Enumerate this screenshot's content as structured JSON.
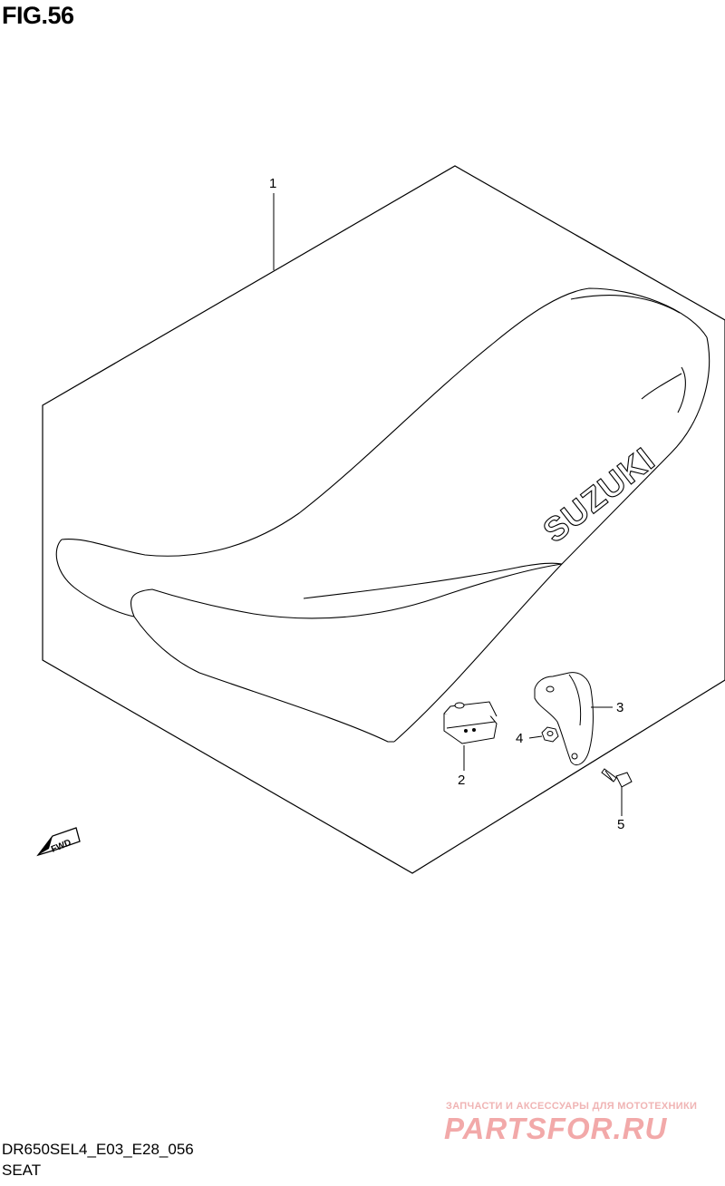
{
  "figure": {
    "title": "FIG.56"
  },
  "callouts": {
    "c1": "1",
    "c2": "2",
    "c3": "3",
    "c4": "4",
    "c5": "5"
  },
  "seat_branding": {
    "logo_text": "SUZUKI"
  },
  "direction_marker": {
    "text": "FWD",
    "icon": "arrow-left-icon"
  },
  "footer": {
    "model_code": "DR650SEL4_E03_E28_056",
    "section": "SEAT"
  },
  "watermark": {
    "tagline": "ЗАПЧАСТИ И АКСЕССУАРЫ ДЛЯ МОТОТЕХНИКИ",
    "brand": "PARTSFOR.RU"
  },
  "colors": {
    "line": "#000000",
    "background": "#ffffff",
    "watermark": "#f2a9a9"
  }
}
